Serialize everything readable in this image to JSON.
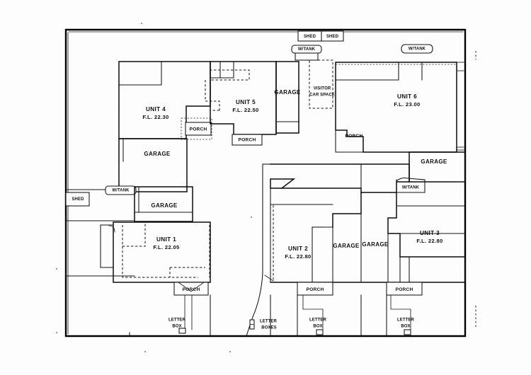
{
  "document": {
    "type": "architectural-site-plan",
    "title": "Residential Site Plan - Six Unit Development",
    "background_color": "#fdfdfd",
    "line_color": "#0d0d0d"
  },
  "units": [
    {
      "id": "unit-1",
      "name": "UNIT 1",
      "floor_level": "F.L. 22.05"
    },
    {
      "id": "unit-2",
      "name": "UNIT 2",
      "floor_level": "F.L. 22.80"
    },
    {
      "id": "unit-3",
      "name": "UNIT 3",
      "floor_level": "F.L. 22.80"
    },
    {
      "id": "unit-4",
      "name": "UNIT 4",
      "floor_level": "F.L. 22.30"
    },
    {
      "id": "unit-5",
      "name": "UNIT 5",
      "floor_level": "F.L. 22.50"
    },
    {
      "id": "unit-6",
      "name": "UNIT 6",
      "floor_level": "F.L. 23.00"
    }
  ],
  "garages": [
    {
      "id": "garage-unit4",
      "label": "GARAGE"
    },
    {
      "id": "garage-unit5",
      "label": "GARAGE"
    },
    {
      "id": "garage-unit6",
      "label": "GARAGE"
    },
    {
      "id": "garage-unit1",
      "label": "GARAGE"
    },
    {
      "id": "garage-unit2",
      "label": "GARAGE"
    },
    {
      "id": "garage-unit3",
      "label": "GARAGE"
    }
  ],
  "porches": [
    {
      "id": "porch-unit4",
      "label": "PORCH"
    },
    {
      "id": "porch-unit5",
      "label": "PORCH"
    },
    {
      "id": "porch-unit6",
      "label": "PORCH"
    },
    {
      "id": "porch-unit1",
      "label": "PORCH"
    },
    {
      "id": "porch-unit2",
      "label": "PORCH"
    },
    {
      "id": "porch-unit3",
      "label": "PORCH"
    }
  ],
  "sheds": [
    {
      "id": "shed-top-left",
      "label": "SHED"
    },
    {
      "id": "shed-top-right",
      "label": "SHED"
    },
    {
      "id": "shed-left",
      "label": "SHED"
    }
  ],
  "water_tanks": [
    {
      "id": "wtank-top-centre",
      "label": "W/TANK"
    },
    {
      "id": "wtank-top-right",
      "label": "W/TANK"
    },
    {
      "id": "wtank-left",
      "label": "W/TANK"
    },
    {
      "id": "wtank-centre-right",
      "label": "W/TANK"
    }
  ],
  "visitor_car_space": {
    "id": "visitor-car-space",
    "line1": "VISITOR",
    "line2": "CAR SPACE"
  },
  "letter_boxes": [
    {
      "id": "letterbox-unit1",
      "line1": "LETTER",
      "line2": "BOX"
    },
    {
      "id": "letterboxes-centre",
      "line1": "LETTER",
      "line2": "BOXES"
    },
    {
      "id": "letterbox-unit2",
      "line1": "LETTER",
      "line2": "BOX"
    },
    {
      "id": "letterbox-unit3",
      "line1": "LETTER",
      "line2": "BOX"
    }
  ]
}
